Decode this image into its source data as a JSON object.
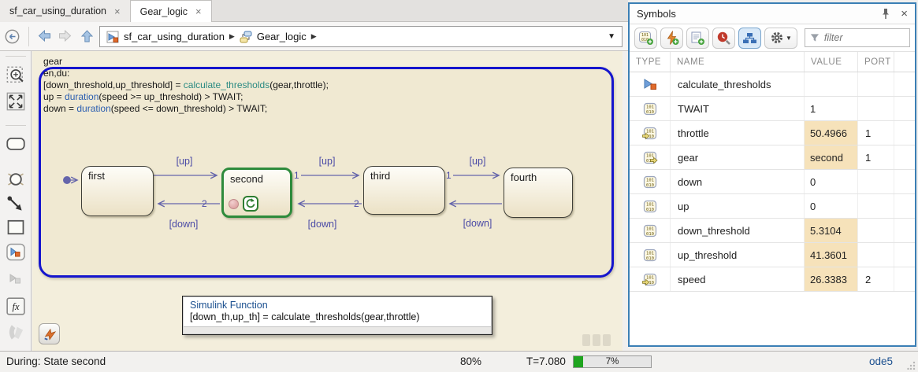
{
  "colors": {
    "fn": "#2a8a82",
    "kw": "#2a5db0",
    "transition": "#6565ab",
    "transition_text": "#4a4aa6",
    "active_state": "#2e8b3c",
    "state_border_blue": "#1515cd",
    "value_highlight": "#f6e2ba",
    "panel_border": "#3b7fb5",
    "blue_text": "#1a4f8f",
    "progress": "#1fa51f"
  },
  "icons": {
    "close": "×",
    "crumb_sep": "▶",
    "dropdown": "▼"
  },
  "tabs": [
    {
      "label": "sf_car_using_duration"
    },
    {
      "label": "Gear_logic"
    }
  ],
  "toolbar": {
    "breadcrumb": [
      {
        "label": "sf_car_using_duration"
      },
      {
        "label": "Gear_logic"
      }
    ]
  },
  "canvas": {
    "code_lines": [
      [
        {
          "t": "gear"
        }
      ],
      [
        {
          "t": "en,du:"
        }
      ],
      [
        {
          "t": "[down_threshold,up_threshold] = "
        },
        {
          "t": "calculate_thresholds",
          "c": "fn"
        },
        {
          "t": "(gear,throttle);"
        }
      ],
      [
        {
          "t": "up = "
        },
        {
          "t": "duration",
          "c": "kw"
        },
        {
          "t": "(speed >= up_threshold) > TWAIT;"
        }
      ],
      [
        {
          "t": "down = "
        },
        {
          "t": "duration",
          "c": "kw"
        },
        {
          "t": "(speed <= down_threshold) > TWAIT;"
        }
      ]
    ],
    "states": [
      "first",
      "second",
      "third",
      "fourth"
    ],
    "active_state": "second",
    "transition_labels": [
      "[up]",
      "[down]",
      "[up]",
      "[down]",
      "[up]",
      "[down]"
    ],
    "priorities": {
      "second_to_first": "2",
      "second_to_third": "1",
      "third_to_second": "2",
      "third_to_fourth": "1"
    },
    "simulink_function": {
      "title": "Simulink Function",
      "signature": "[down_th,up_th] = calculate_thresholds(gear,throttle)"
    }
  },
  "symbols_panel": {
    "title": "Symbols",
    "filter_placeholder": "filter",
    "columns": [
      "TYPE",
      "NAME",
      "VALUE",
      "PORT"
    ],
    "rows": [
      {
        "type": "simulink-function",
        "name": "calculate_thresholds",
        "value": "",
        "port": "",
        "highlight": false
      },
      {
        "type": "data",
        "name": "TWAIT",
        "value": "1",
        "port": "",
        "highlight": false
      },
      {
        "type": "data-input",
        "name": "throttle",
        "value": "50.4966",
        "port": "1",
        "highlight": true
      },
      {
        "type": "data-output",
        "name": "gear",
        "value": "second",
        "port": "1",
        "highlight": true
      },
      {
        "type": "data",
        "name": "down",
        "value": "0",
        "port": "",
        "highlight": false
      },
      {
        "type": "data",
        "name": "up",
        "value": "0",
        "port": "",
        "highlight": false
      },
      {
        "type": "data",
        "name": "down_threshold",
        "value": "5.3104",
        "port": "",
        "highlight": true
      },
      {
        "type": "data",
        "name": "up_threshold",
        "value": "41.3601",
        "port": "",
        "highlight": true
      },
      {
        "type": "data-input",
        "name": "speed",
        "value": "26.3383",
        "port": "2",
        "highlight": true
      }
    ]
  },
  "status_bar": {
    "message": "During: State second",
    "zoom": "80%",
    "time": "T=7.080",
    "progress": "7%",
    "solver": "ode5"
  }
}
